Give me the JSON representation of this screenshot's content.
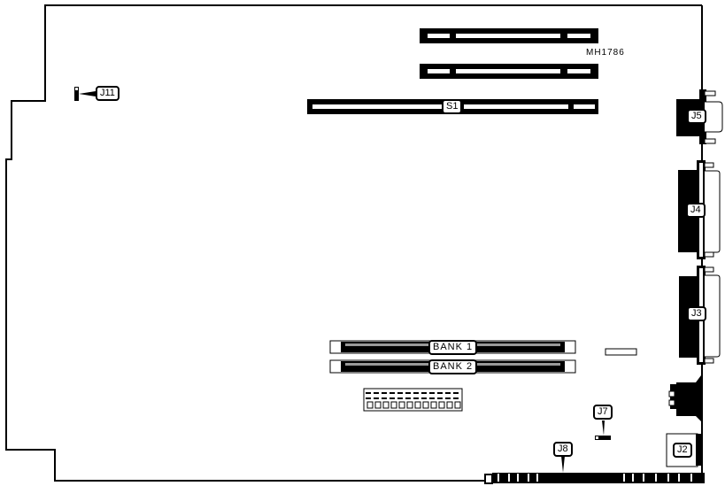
{
  "figure_id": "MH1786",
  "labels": {
    "s1": "S1",
    "j11": "J11",
    "j5": "J5",
    "j4": "J4",
    "j3": "J3",
    "j2": "J2",
    "j7": "J7",
    "j8": "J8",
    "bank1": "BANK 1",
    "bank2": "BANK 2"
  },
  "colors": {
    "ink": "#000000",
    "paper": "#ffffff"
  }
}
